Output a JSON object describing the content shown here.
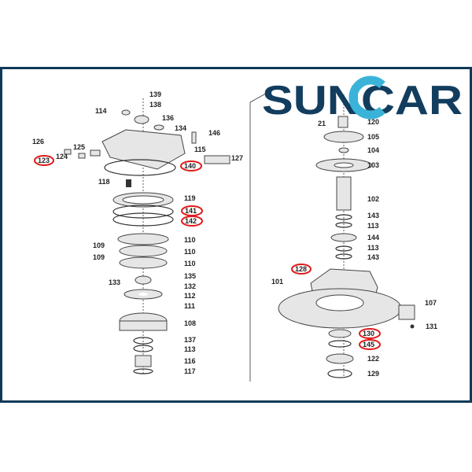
{
  "brand": {
    "logo_text": "SUNCAR",
    "primary_color": "#123d5e",
    "accent_color": "#3bb3d8"
  },
  "frame_color": "#0f3a57",
  "highlight_color": "#e01818",
  "left_labels": [
    {
      "text": "139",
      "circled": false
    },
    {
      "text": "138",
      "circled": false
    },
    {
      "text": "114",
      "circled": false
    },
    {
      "text": "136",
      "circled": false
    },
    {
      "text": "134",
      "circled": false
    },
    {
      "text": "146",
      "circled": false
    },
    {
      "text": "126",
      "circled": false
    },
    {
      "text": "115",
      "circled": false
    },
    {
      "text": "125",
      "circled": false
    },
    {
      "text": "127",
      "circled": false
    },
    {
      "text": "124",
      "circled": false
    },
    {
      "text": "123",
      "circled": true
    },
    {
      "text": "140",
      "circled": true
    },
    {
      "text": "118",
      "circled": false
    },
    {
      "text": "119",
      "circled": false
    },
    {
      "text": "141",
      "circled": true
    },
    {
      "text": "142",
      "circled": true
    },
    {
      "text": "110",
      "circled": false
    },
    {
      "text": "109",
      "circled": false
    },
    {
      "text": "110",
      "circled": false
    },
    {
      "text": "109",
      "circled": false
    },
    {
      "text": "110",
      "circled": false
    },
    {
      "text": "135",
      "circled": false
    },
    {
      "text": "133",
      "circled": false
    },
    {
      "text": "132",
      "circled": false
    },
    {
      "text": "112",
      "circled": false
    },
    {
      "text": "111",
      "circled": false
    },
    {
      "text": "108",
      "circled": false
    },
    {
      "text": "137",
      "circled": false
    },
    {
      "text": "113",
      "circled": false
    },
    {
      "text": "116",
      "circled": false
    },
    {
      "text": "117",
      "circled": false
    }
  ],
  "right_labels": [
    {
      "text": "21",
      "circled": false
    },
    {
      "text": "120",
      "circled": false
    },
    {
      "text": "105",
      "circled": false
    },
    {
      "text": "104",
      "circled": false
    },
    {
      "text": "103",
      "circled": false
    },
    {
      "text": "102",
      "circled": false
    },
    {
      "text": "143",
      "circled": false
    },
    {
      "text": "113",
      "circled": false
    },
    {
      "text": "144",
      "circled": false
    },
    {
      "text": "113",
      "circled": false
    },
    {
      "text": "143",
      "circled": false
    },
    {
      "text": "128",
      "circled": true
    },
    {
      "text": "101",
      "circled": false
    },
    {
      "text": "107",
      "circled": false
    },
    {
      "text": "131",
      "circled": false
    },
    {
      "text": "130",
      "circled": true
    },
    {
      "text": "145",
      "circled": true
    },
    {
      "text": "122",
      "circled": false
    },
    {
      "text": "129",
      "circled": false
    }
  ]
}
